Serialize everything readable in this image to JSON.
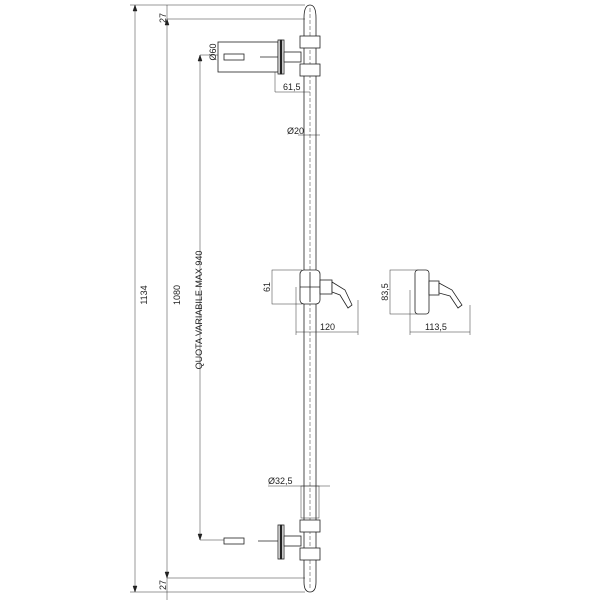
{
  "drawing": {
    "subject": "shower slide bar technical drawing",
    "dimensions": {
      "overall_height": "1134",
      "bar_length": "1080",
      "variable_quota": "QUOTA VARIABILE MAX 940",
      "top_offset": "27",
      "bottom_offset": "27",
      "bracket_diameter": "Ø60",
      "bracket_projection": "61,5",
      "bar_diameter": "Ø20",
      "slider_height": "61",
      "slider_projection": "120",
      "lower_collar_diameter": "Ø32,5",
      "side_view_height": "83,5",
      "side_view_projection": "113,5"
    }
  }
}
